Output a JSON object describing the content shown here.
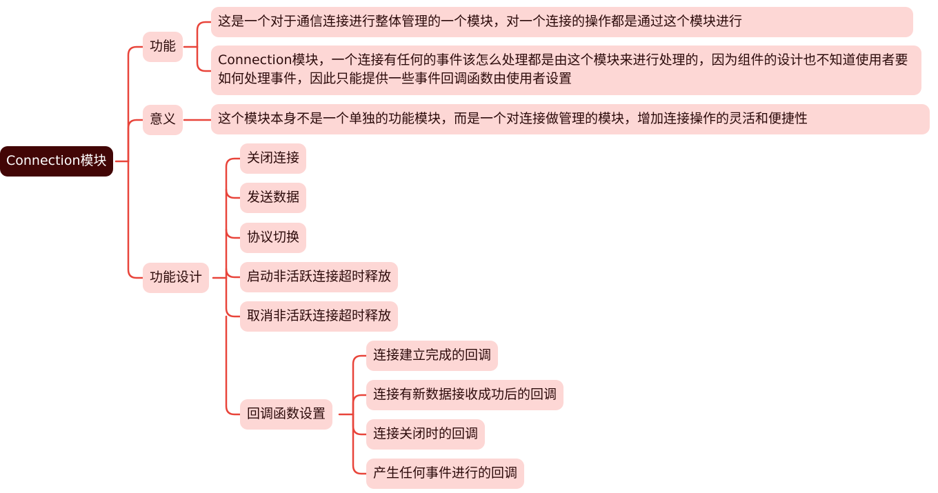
{
  "colors": {
    "line": "#e8443a",
    "node_bg": "#fdd7d5",
    "root_bg": "#420606",
    "text": "#2b0a0a"
  },
  "root": {
    "label": "Connection模块"
  },
  "branches": [
    {
      "label": "功能",
      "children": [
        {
          "label": "这是一个对于通信连接进行整体管理的一个模块，对一个连接的操作都是通过这个模块进行"
        },
        {
          "label": "Connection模块，一个连接有任何的事件该怎么处理都是由这个模块来进行处理的，因为组件的设计也不知道使用者要如何处理事件，因此只能提供一些事件回调函数由使用者设置"
        }
      ]
    },
    {
      "label": "意义",
      "children": [
        {
          "label": "这个模块本身不是一个单独的功能模块，而是一个对连接做管理的模块，增加连接操作的灵活和便捷性"
        }
      ]
    },
    {
      "label": "功能设计",
      "children": [
        {
          "label": "关闭连接"
        },
        {
          "label": "发送数据"
        },
        {
          "label": "协议切换"
        },
        {
          "label": "启动非活跃连接超时释放"
        },
        {
          "label": "取消非活跃连接超时释放"
        },
        {
          "label": "回调函数设置",
          "children": [
            {
              "label": "连接建立完成的回调"
            },
            {
              "label": "连接有新数据接收成功后的回调"
            },
            {
              "label": "连接关闭时的回调"
            },
            {
              "label": "产生任何事件进行的回调"
            }
          ]
        }
      ]
    }
  ]
}
